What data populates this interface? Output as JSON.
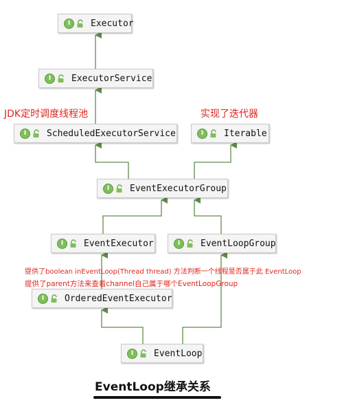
{
  "diagram": {
    "nodes": {
      "executor": "Executor",
      "executor_service": "ExecutorService",
      "scheduled_executor_service": "ScheduledExecutorService",
      "iterable": "Iterable",
      "event_executor_group": "EventExecutorGroup",
      "event_executor": "EventExecutor",
      "event_loop_group": "EventLoopGroup",
      "ordered_event_executor": "OrderedEventExecutor",
      "event_loop": "EventLoop"
    },
    "interface_badge": "I",
    "annotations": {
      "jdk_scheduled": "JDK定时调度线程池",
      "iterator_impl": "实现了迭代器",
      "in_event_loop": "提供了boolean inEventLoop(Thread thread) 方法判断一个线程是否属于此 EventLoop",
      "parent_method": "提供了parent方法来查看channel自己属于哪个EventLoopGroup"
    },
    "caption": "EventLoop继承关系",
    "colors": {
      "arrow": "#5f8b4a",
      "annotation": "#e0241c",
      "node_bg": "#f4f4f4",
      "interface_icon": "#7fbf5a"
    }
  }
}
